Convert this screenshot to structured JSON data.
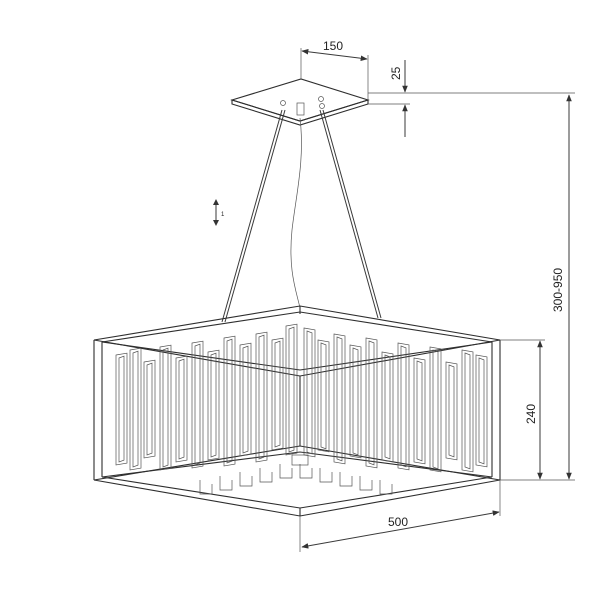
{
  "drawing": {
    "dimensions": {
      "canopy_width": "150",
      "canopy_height": "25",
      "total_height": "300-950",
      "shade_height": "240",
      "shade_width": "500"
    },
    "adjust_symbol": "↕",
    "colors": {
      "ink": "#2e2e2e",
      "background": "#ffffff"
    }
  }
}
